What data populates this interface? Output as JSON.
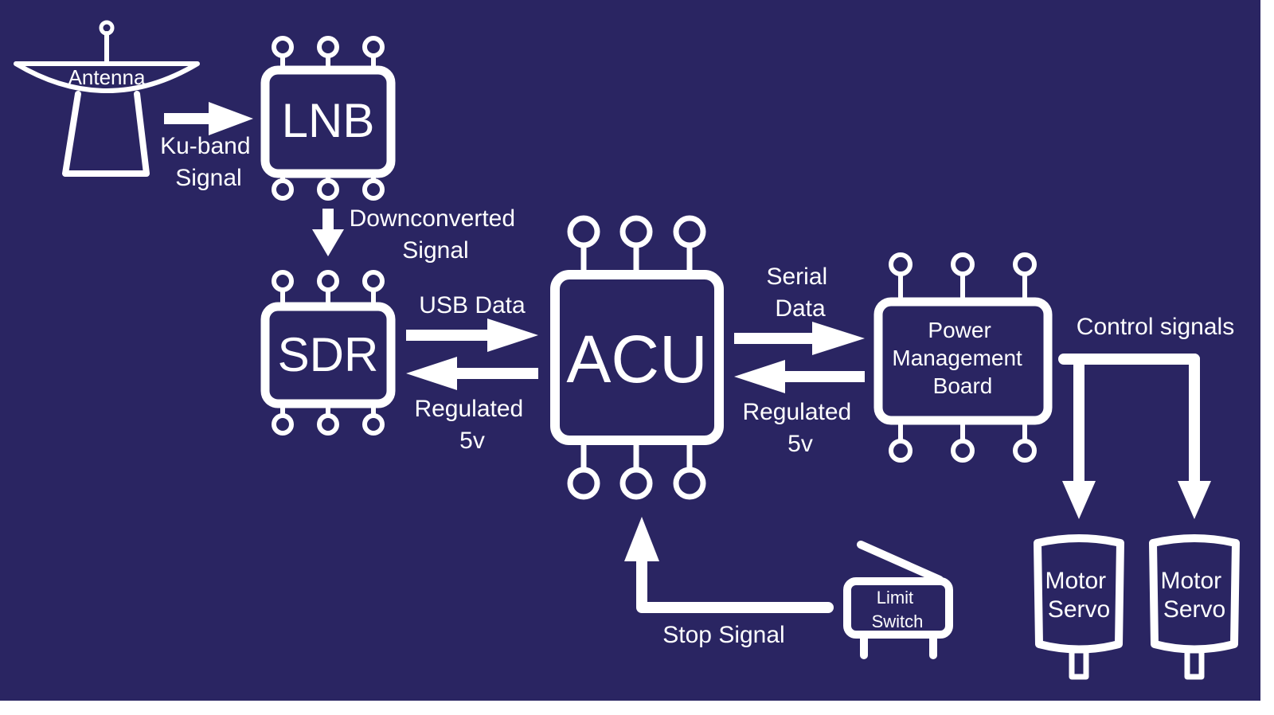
{
  "colors": {
    "background": "#2a2562",
    "foreground": "#ffffff",
    "page_margin": "#ffffff"
  },
  "components": {
    "antenna": "Antenna",
    "lnb": "LNB",
    "sdr": "SDR",
    "acu": "ACU",
    "power_board": [
      "Power",
      "Management",
      "Board"
    ],
    "limit_switch": [
      "Limit",
      "Switch"
    ],
    "motor_servo_1": [
      "Motor",
      "Servo"
    ],
    "motor_servo_2": [
      "Motor",
      "Servo"
    ]
  },
  "connections": {
    "ku_band": [
      "Ku-band",
      "Signal"
    ],
    "downconverted": [
      "Downconverted",
      "Signal"
    ],
    "usb_data": "USB Data",
    "regulated_sdr": [
      "Regulated",
      "5v"
    ],
    "serial_data": [
      "Serial",
      "Data"
    ],
    "regulated_power": [
      "Regulated",
      "5v"
    ],
    "control_signals": "Control signals",
    "stop_signal": "Stop Signal"
  },
  "icons": {
    "antenna": "satellite-dish-icon",
    "chip": "ic-chip-icon",
    "switch": "limit-switch-icon",
    "servo": "servo-motor-icon"
  }
}
